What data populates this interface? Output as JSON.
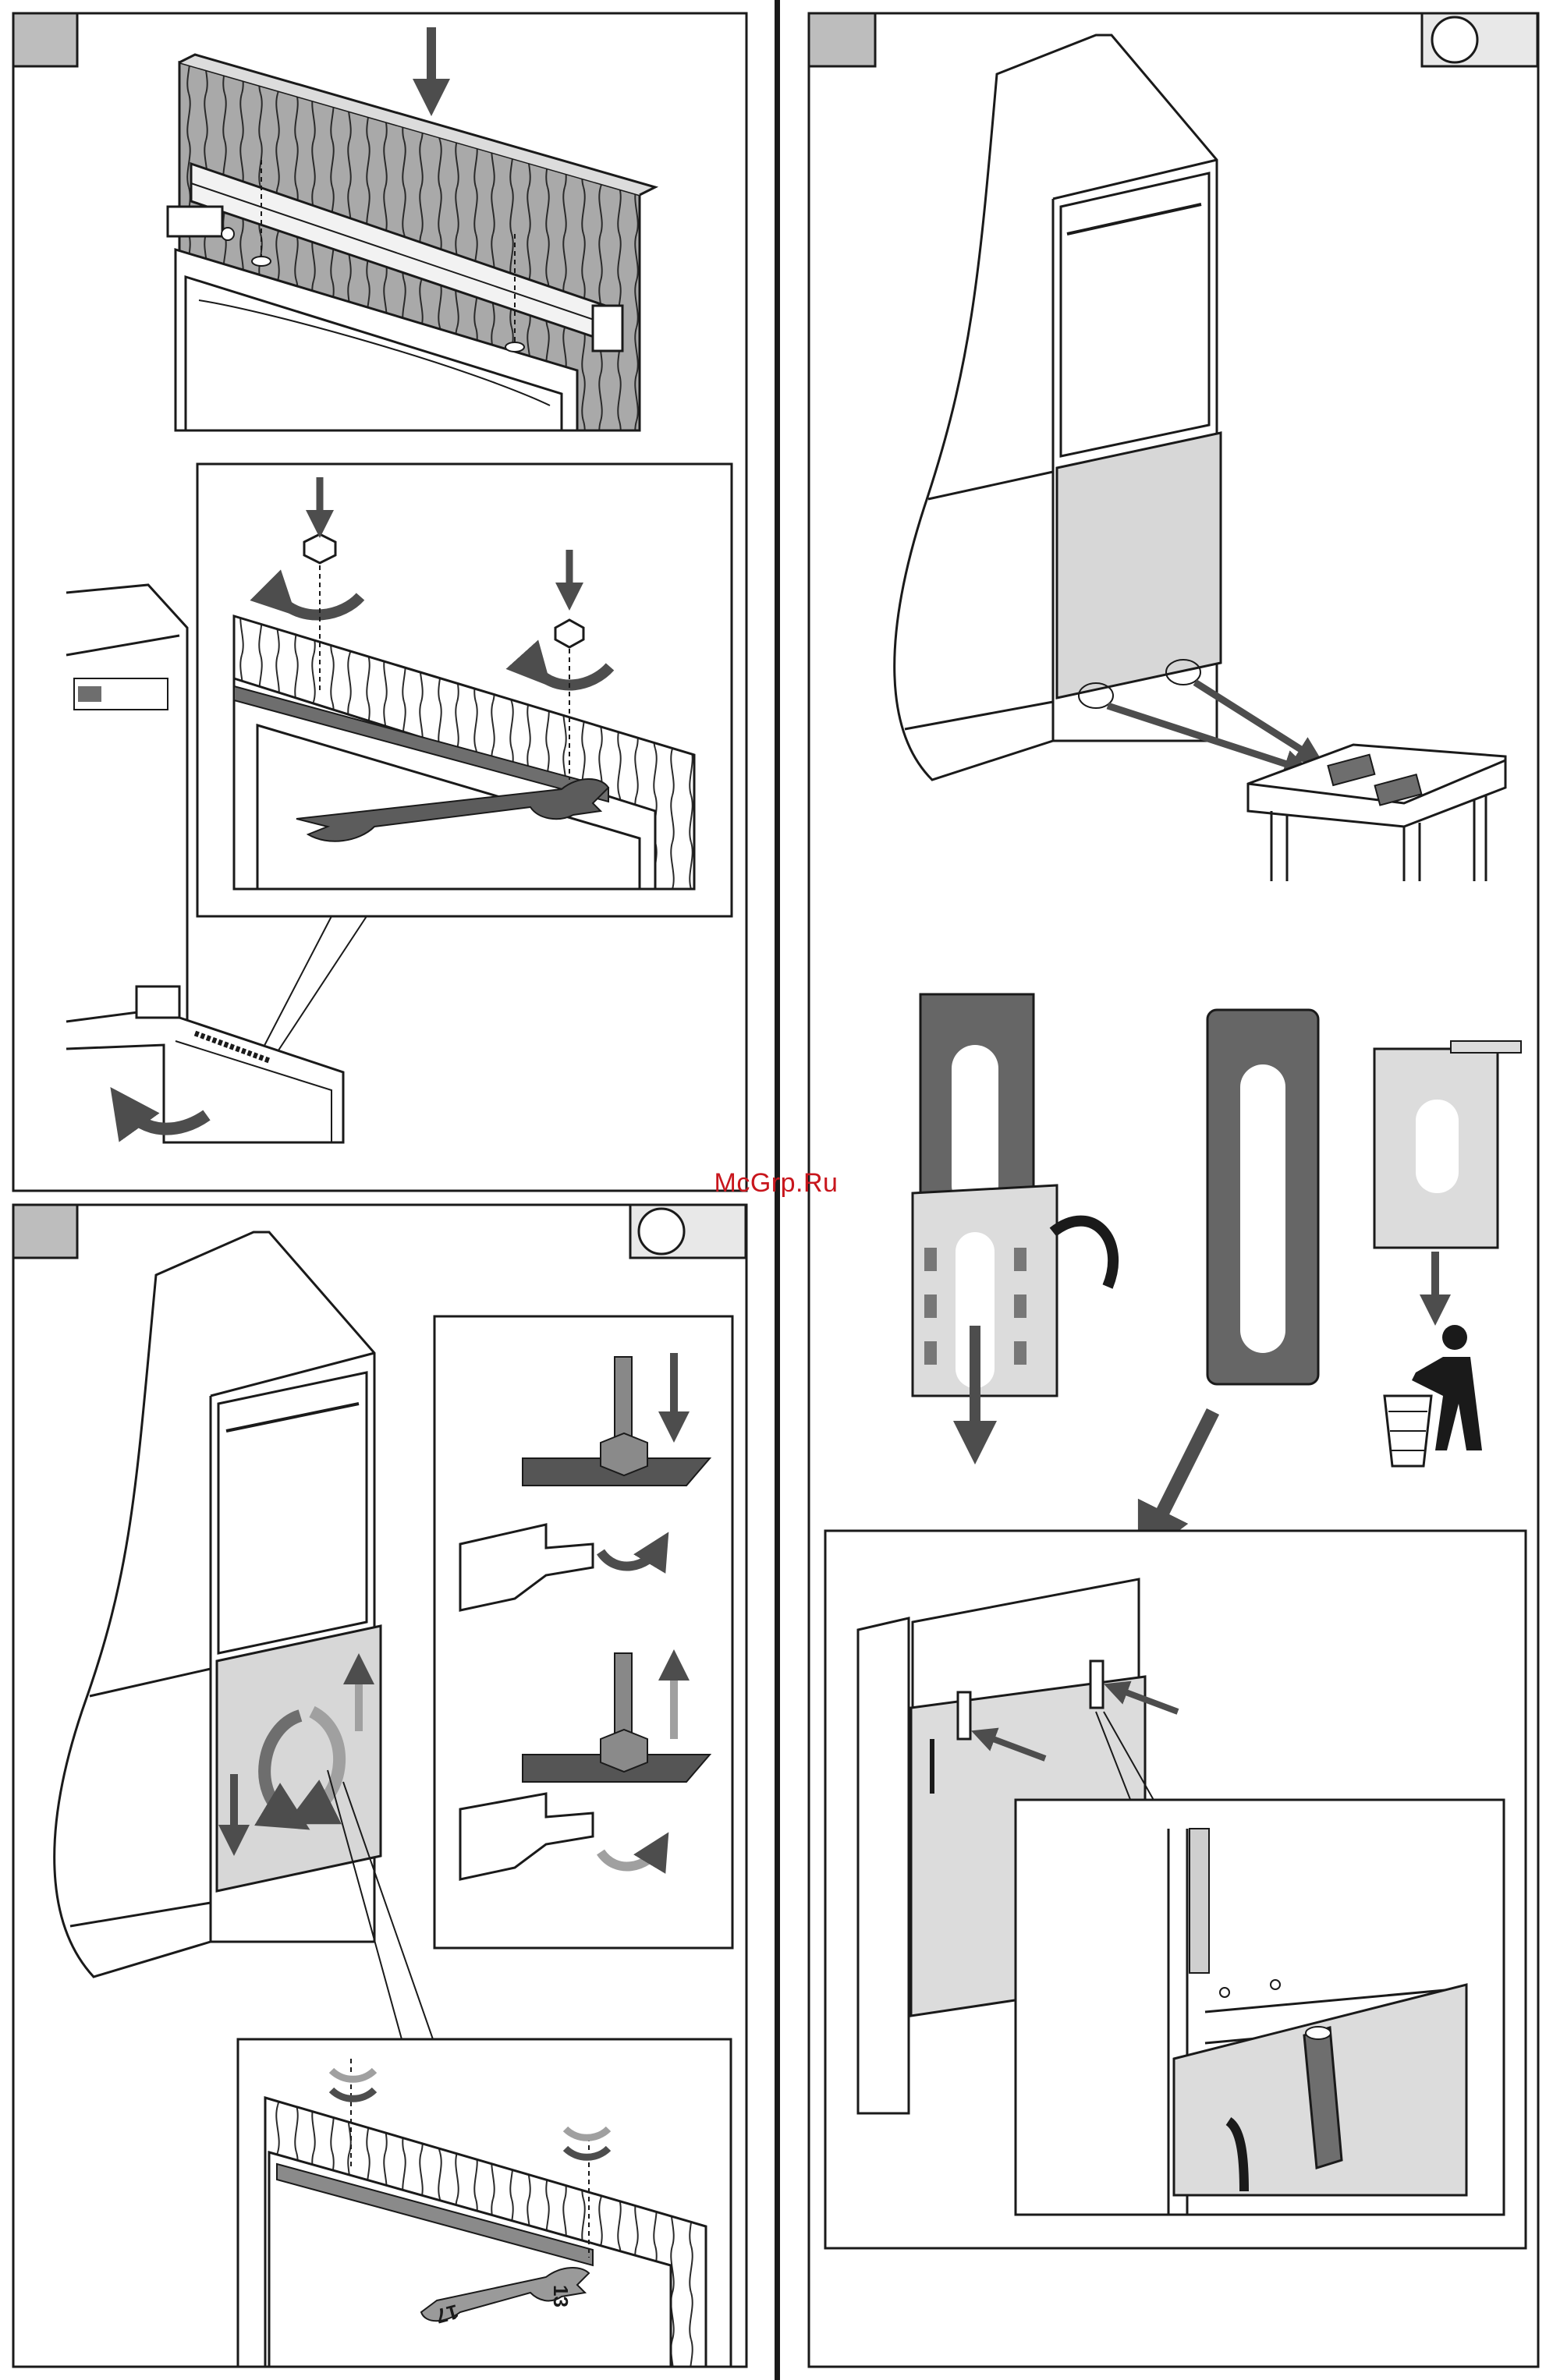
{
  "watermark": "McGrp.Ru",
  "wrench_label_a": "17",
  "wrench_label_b": "13",
  "colors": {
    "line": "#1a1a1a",
    "panel_fill": "#cfcfcf",
    "dark_part": "#555555",
    "arrow": "#4d4d4d",
    "arrow_light": "#a0a0a0",
    "badge_fill": "#bdbdbd",
    "watermark": "#c8161d"
  }
}
